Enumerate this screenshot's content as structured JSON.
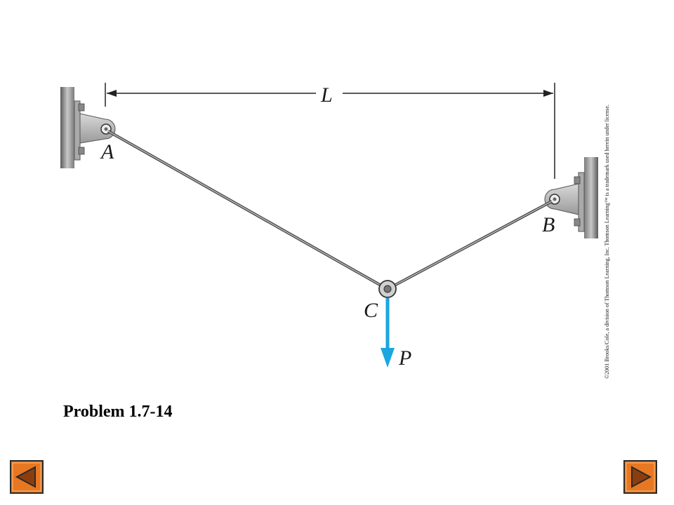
{
  "diagram": {
    "labels": {
      "length": "L",
      "support_a": "A",
      "support_b": "B",
      "joint_c": "C",
      "load": "P"
    },
    "colors": {
      "load_arrow": "#1aa6e0",
      "rope": "#555555",
      "wall": "#8a8a8a",
      "bracket": "#b8b8b8"
    }
  },
  "problem_title": "Problem 1.7-14",
  "copyright": "©2001 Brooks/Cole, a division of Thomson Learning, Inc. Thomson Learning™ is a trademark used herein under license.",
  "navigation": {
    "prev_icon": "left-triangle-icon",
    "next_icon": "right-triangle-icon",
    "button_color": "#e87722"
  }
}
